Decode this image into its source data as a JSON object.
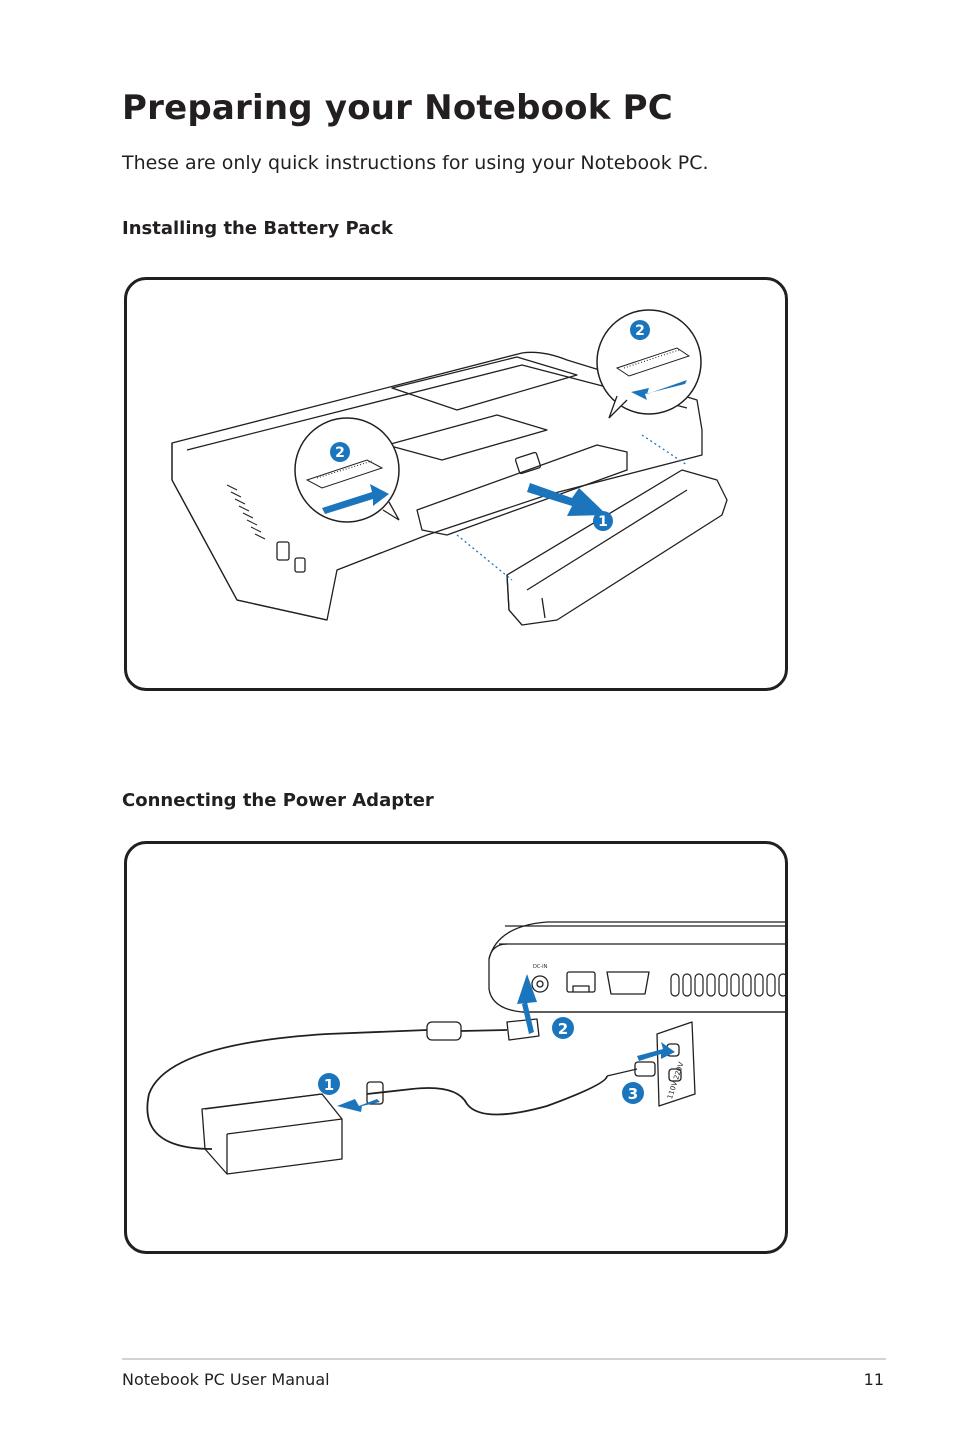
{
  "page": {
    "title": "Preparing your Notebook PC",
    "intro": "These are only quick instructions for using your Notebook PC."
  },
  "sections": {
    "battery": {
      "heading": "Installing the Battery Pack",
      "steps": [
        "1",
        "2",
        "2"
      ]
    },
    "power": {
      "heading": "Connecting the Power Adapter",
      "steps": [
        "1",
        "2",
        "3"
      ],
      "outlet_label": "110V-220V",
      "port_label": "DC-IN"
    }
  },
  "colors": {
    "badge": "#1b75bc",
    "arrow": "#1b75bc",
    "line": "#231f20"
  },
  "footer": {
    "manual_name": "Notebook PC User Manual",
    "page_number": "11"
  }
}
